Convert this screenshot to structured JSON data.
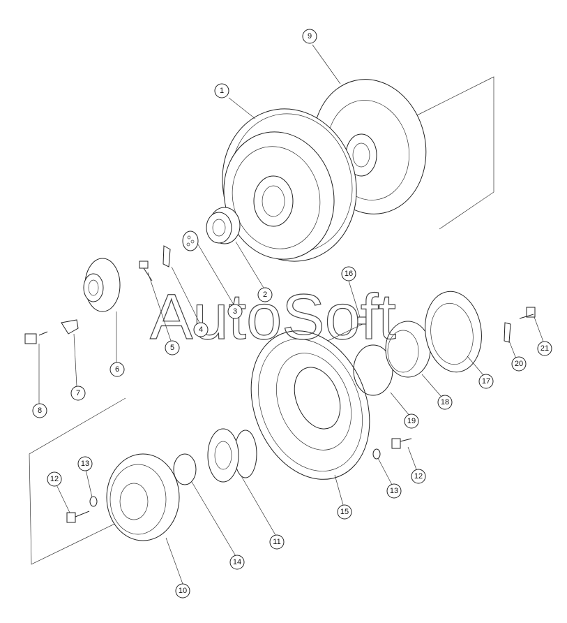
{
  "watermark": "AutoSoft",
  "callouts": [
    "1",
    "2",
    "3",
    "4",
    "5",
    "6",
    "7",
    "8",
    "9",
    "10",
    "11",
    "12",
    "12",
    "13",
    "13",
    "14",
    "15",
    "16",
    "17",
    "18",
    "19",
    "20",
    "21"
  ]
}
